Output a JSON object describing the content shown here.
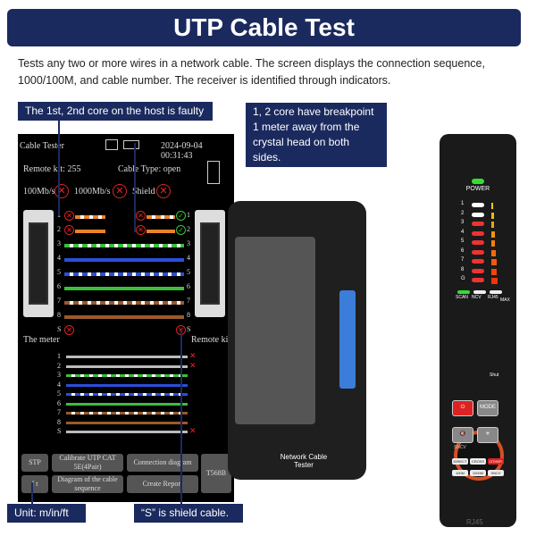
{
  "header": {
    "title": "UTP Cable Test"
  },
  "description": "Tests any two or more wires in a network cable. The screen displays the connection sequence, 1000/100M, and cable number. The receiver is identified through indicators.",
  "callouts": {
    "host_faulty": "The 1st, 2nd core on the host is faulty",
    "breakpoint": "1, 2 core have breakpoint 1 meter away from the crystal head on both sides.",
    "unit": "Unit: m/in/ft",
    "shield": "“S” is shield cable."
  },
  "screen": {
    "app_title": "Cable Tester",
    "datetime": "2024-09-04 00:31:43",
    "remote_kit": "Remote kit: 255",
    "cable_type": "Cable Type: open",
    "speed_100": "100Mb/s",
    "speed_1000": "1000Mb/s",
    "shield": "Shield",
    "meter_label": "The meter",
    "remote_label": "Remote kit",
    "wires": [
      {
        "n": "1",
        "color": "#e8832a",
        "striped": true,
        "status": "fault"
      },
      {
        "n": "2",
        "color": "#e8832a",
        "striped": false,
        "status": "fault"
      },
      {
        "n": "3",
        "color": "#3bbf3b",
        "striped": true,
        "status": "ok"
      },
      {
        "n": "4",
        "color": "#2a4fd8",
        "striped": false,
        "status": "ok"
      },
      {
        "n": "5",
        "color": "#2a4fd8",
        "striped": true,
        "status": "ok"
      },
      {
        "n": "6",
        "color": "#3bbf3b",
        "striped": false,
        "status": "ok"
      },
      {
        "n": "7",
        "color": "#9a5a2a",
        "striped": true,
        "status": "ok"
      },
      {
        "n": "8",
        "color": "#9a5a2a",
        "striped": false,
        "status": "ok"
      },
      {
        "n": "S",
        "color": "#999999",
        "striped": false,
        "status": "fault"
      }
    ],
    "buttons": {
      "stp": "STP",
      "calibrate": "Calibrate UTP CAT 5E(4Pair)",
      "connection": "Connection diagram",
      "standard": "T568B",
      "unit": "f t",
      "sequence": "Diagram of the cable sequence",
      "report": "Create Report"
    }
  },
  "tester": {
    "label": "Network Cable Tester"
  },
  "probe": {
    "power": "POWER",
    "levels": [
      "1",
      "2",
      "3",
      "4",
      "5",
      "6",
      "7",
      "8",
      "G"
    ],
    "level_states": [
      "white",
      "white",
      "red",
      "red",
      "red",
      "red",
      "red",
      "red",
      "red"
    ],
    "modes": [
      "SCAN",
      "NCV",
      "RJ45"
    ],
    "max": "MAX",
    "plus": "+",
    "minus": "-",
    "shut": "Shut",
    "mode_btn": "MODE",
    "sncv": "SNCV",
    "small": [
      "DIRECT",
      "CROSS",
      "OTHER",
      "100M",
      "1000M",
      "SNCV"
    ],
    "port": "RJ45"
  }
}
